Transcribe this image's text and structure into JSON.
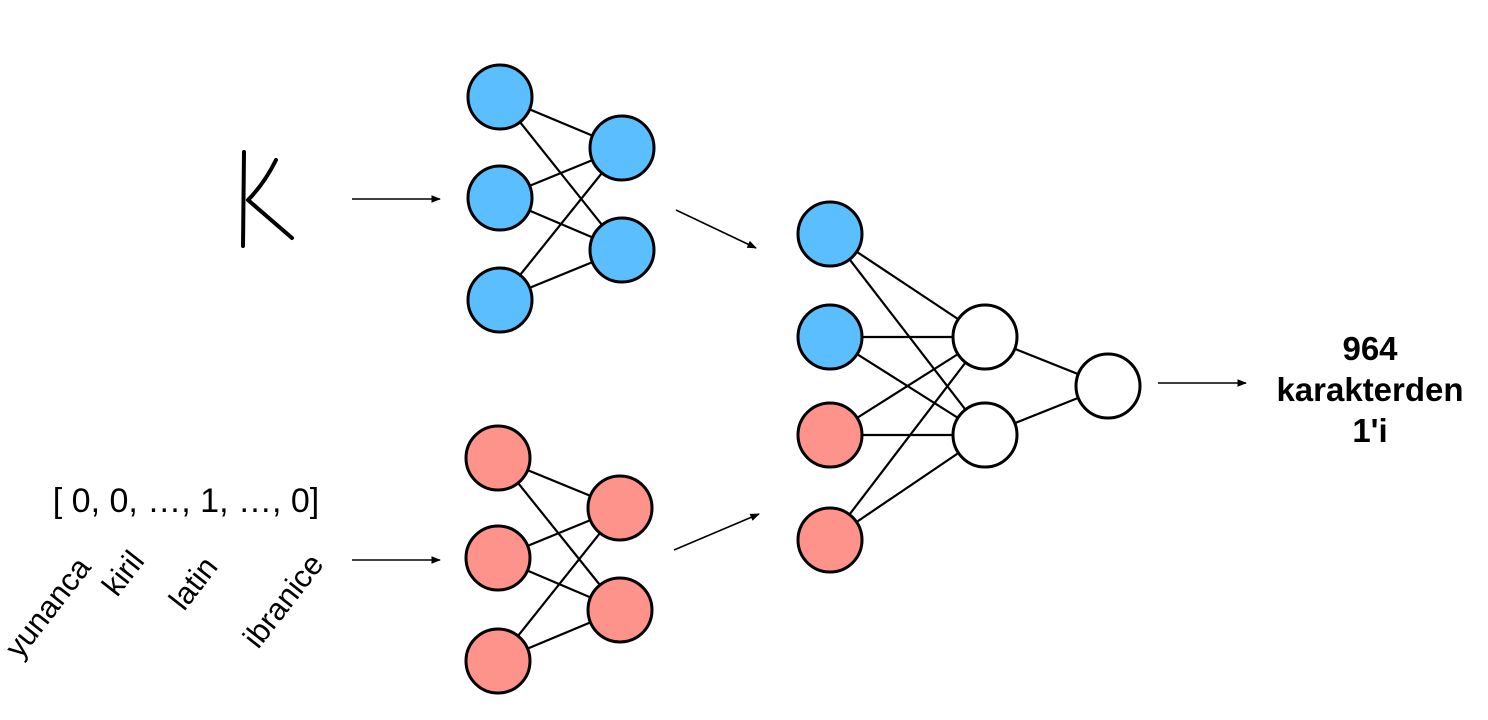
{
  "input_character": "K",
  "one_hot_vector": "[ 0, 0, …, 1, …, 0]",
  "script_labels": [
    "yunanca",
    "kiril",
    "latin",
    "ibranice"
  ],
  "output_label": [
    "964",
    "karakterden",
    "1'i"
  ],
  "colors": {
    "image_branch": "#5bbfff",
    "alphabet_branch": "#fd938a",
    "merged_hidden": "#ffffff",
    "stroke": "#000000"
  }
}
